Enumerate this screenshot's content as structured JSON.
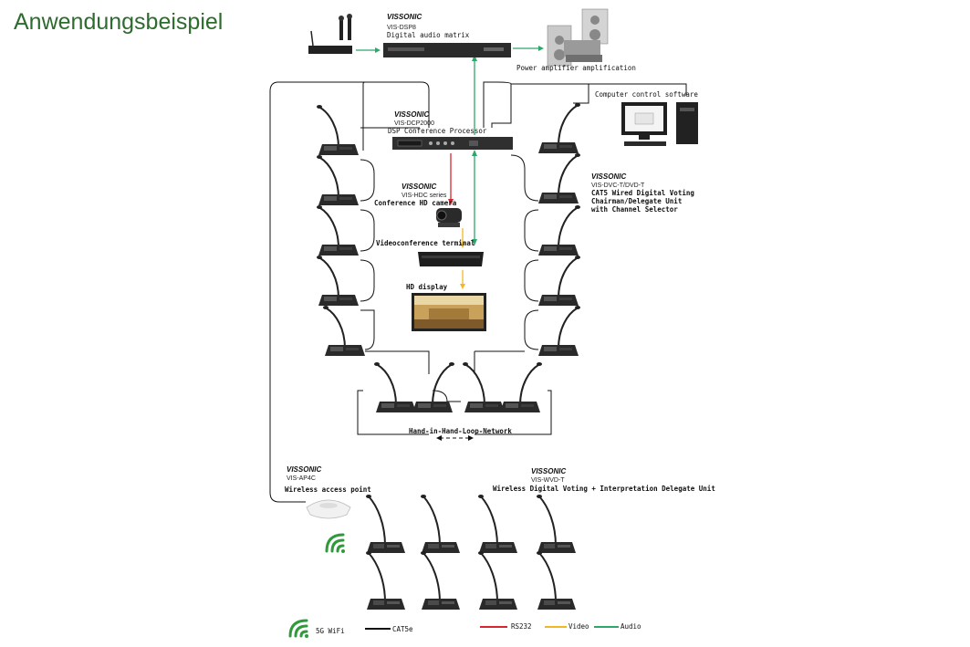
{
  "title": "Anwendungsbeispiel",
  "colors": {
    "title": "#2e6b2e",
    "cat5e": "#111111",
    "rs232": "#d8262e",
    "video": "#f2b824",
    "audio": "#2ea86a",
    "wifi": "#2f9a3a"
  },
  "devices": {
    "dsp": {
      "brand": "VISSONIC",
      "model": "VIS-DSP8",
      "desc": "Digital audio matrix"
    },
    "amp": {
      "desc": "Power amplifier amplification"
    },
    "dcp": {
      "brand": "VISSONIC",
      "model": "VIS-DCP2000",
      "desc": "DSP Conference Processor"
    },
    "pc": {
      "desc": "Computer control software"
    },
    "dvc": {
      "brand": "VISSONIC",
      "model": "VIS-DVC-T/DVD-T",
      "desc_lines": [
        "CAT5 Wired Digital Voting",
        "Chairman/Delegate Unit",
        "with Channel Selector"
      ]
    },
    "camera": {
      "brand": "VISSONIC",
      "model": "VIS-HDC series",
      "desc": "Conference HD camera"
    },
    "vct": {
      "desc": "Videoconference terminal"
    },
    "display": {
      "desc": "HD display"
    },
    "loop": {
      "desc": "Hand-in-Hand-Loop-Network"
    },
    "ap": {
      "brand": "VISSONIC",
      "model": "VIS-AP4C",
      "desc": "Wireless access point"
    },
    "wvd": {
      "brand": "VISSONIC",
      "model": "VIS-WVD-T",
      "desc": "Wireless Digital Voting + Interpretation Delegate Unit"
    }
  },
  "legend": {
    "wifi": "5G WiFi",
    "cat5e": "CAT5e",
    "rs232": "RS232",
    "video": "Video",
    "audio": "Audio"
  }
}
